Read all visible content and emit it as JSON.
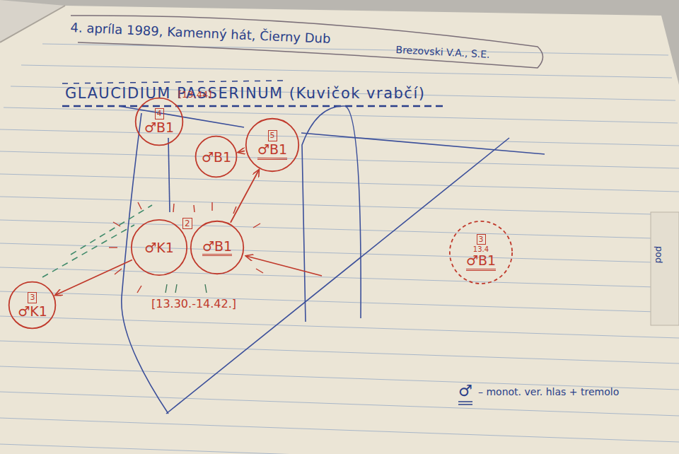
{
  "diagram": {
    "title": "GLAUCIDIUM PASSERINUM (Kuvičok vrabčí)",
    "nodes": [
      {
        "text": [
          "4",
          "♂B1"
        ]
      },
      {
        "text": [
          "♂B1"
        ]
      },
      {
        "text": [
          "5",
          "♂B1"
        ]
      },
      {
        "text": [
          "♂K1"
        ]
      },
      {
        "text": [
          "♂B1"
        ]
      },
      {
        "text": [
          "3",
          "13.4",
          "♂B1"
        ]
      },
      {
        "text": [
          "3",
          "♂K1"
        ]
      }
    ],
    "edges": [
      {
        "from": 2,
        "to": 1,
        "arrow": "to"
      },
      {
        "from": 4,
        "to": 2,
        "arrow": "to"
      },
      {
        "from": 3,
        "to": 6,
        "arrow": "to"
      }
    ],
    "labels": [
      "4. apríla 1989, Kamenný hát, Čierny Dub",
      "Brezovski V.A., S.E.",
      "[13.44]",
      "2",
      "[13.30.-14.42.]",
      "♂",
      "pod"
    ],
    "legend": [
      {
        "text": "– monot. ver. hlas + tremolo"
      }
    ]
  }
}
